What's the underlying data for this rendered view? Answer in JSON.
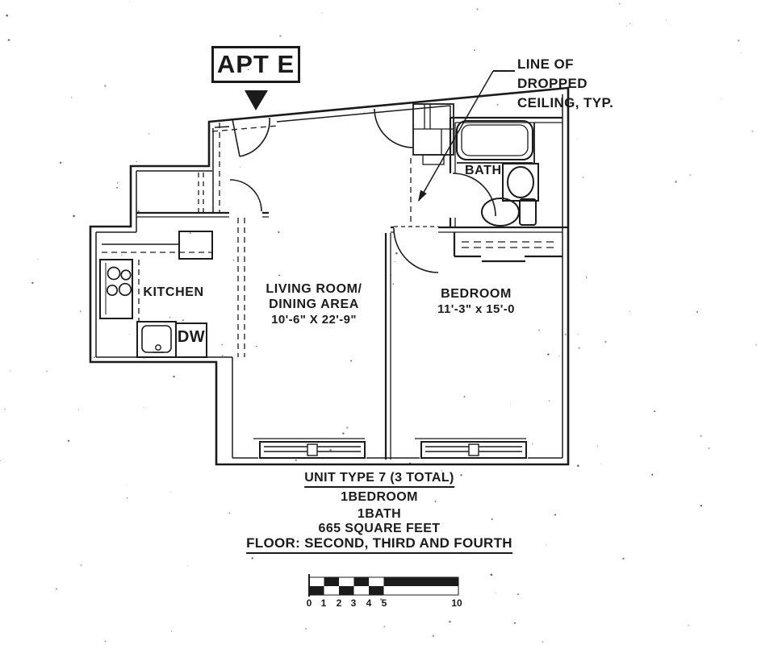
{
  "page": {
    "background": "#ffffff",
    "ink": "#1b1b1b"
  },
  "plan": {
    "apt_label": "APT E",
    "ceiling_note": {
      "line1": "LINE OF",
      "line2": "DROPPED",
      "line3": "CEILING, TYP."
    },
    "rooms": {
      "kitchen": {
        "name": "KITCHEN"
      },
      "living": {
        "name1": "LIVING ROOM/",
        "name2": "DINING AREA",
        "dims": "10'-6\" X 22'-9\""
      },
      "bedroom": {
        "name": "BEDROOM",
        "dims": "11'-3\" x 15'-0"
      },
      "bath": {
        "name": "BATH"
      },
      "appliances": {
        "dishwasher": "DW"
      }
    },
    "title_block": {
      "unit_type": "UNIT TYPE 7 (3 TOTAL)",
      "bedrooms": "1BEDROOM",
      "baths": "1BATH",
      "area": "665 SQUARE FEET",
      "floors": "FLOOR: SECOND, THIRD AND FOURTH"
    },
    "scale_bar": {
      "labels": [
        "0",
        "1",
        "2",
        "3",
        "4",
        "5",
        "10"
      ]
    }
  }
}
